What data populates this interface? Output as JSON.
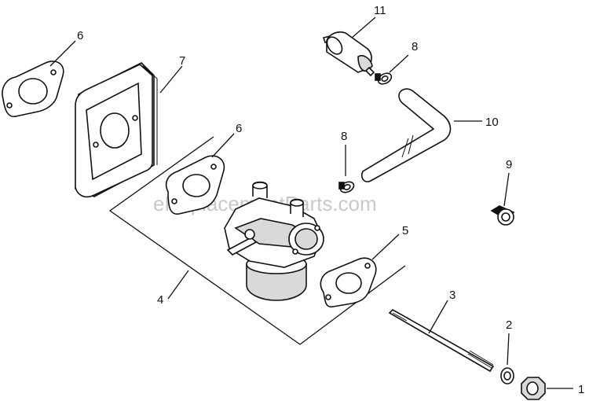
{
  "watermark": "eReplacementParts.com",
  "callouts": {
    "c1": "1",
    "c2": "2",
    "c3": "3",
    "c4": "4",
    "c5": "5",
    "c6a": "6",
    "c6b": "6",
    "c7": "7",
    "c8a": "8",
    "c8b": "8",
    "c9": "9",
    "c10": "10",
    "c11": "11"
  },
  "parts": [
    {
      "callout": "1",
      "icon": "hex-nut-icon"
    },
    {
      "callout": "2",
      "icon": "washer-icon"
    },
    {
      "callout": "3",
      "icon": "threaded-stud-icon"
    },
    {
      "callout": "4",
      "icon": "carburetor-icon"
    },
    {
      "callout": "5",
      "icon": "gasket-icon"
    },
    {
      "callout": "6",
      "icon": "gasket-icon"
    },
    {
      "callout": "7",
      "icon": "spacer-plate-icon"
    },
    {
      "callout": "8",
      "icon": "hose-clamp-icon"
    },
    {
      "callout": "9",
      "icon": "clip-icon"
    },
    {
      "callout": "10",
      "icon": "fuel-line-icon"
    },
    {
      "callout": "11",
      "icon": "fuel-filter-icon"
    }
  ]
}
